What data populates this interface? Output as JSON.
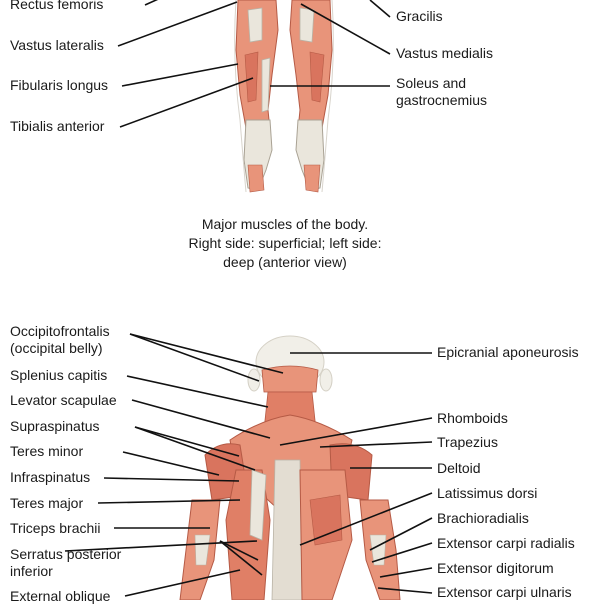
{
  "anterior_view": {
    "left_labels": [
      "Rectus femoris",
      "Vastus lateralis",
      "Fibularis longus",
      "Tibialis anterior"
    ],
    "right_labels": [
      "Gracilis",
      "Vastus medialis",
      "Soleus and\ngastrocnemius"
    ],
    "caption": [
      "Major muscles of the body.",
      "Right side: superficial; left side:",
      "deep (anterior view)"
    ]
  },
  "posterior_view": {
    "left_labels": [
      "Occipitofrontalis\n(occipital belly)",
      "Splenius capitis",
      "Levator scapulae",
      "Supraspinatus",
      "Teres minor",
      "Infraspinatus",
      "Teres major",
      "Triceps brachii",
      "Serratus posterior\ninferior",
      "External oblique"
    ],
    "right_labels": [
      "Epicranial aponeurosis",
      "Rhomboids",
      "Trapezius",
      "Deltoid",
      "Latissimus dorsi",
      "Brachioradialis",
      "Extensor carpi radialis",
      "Extensor digitorum",
      "Extensor carpi ulnaris"
    ]
  },
  "colors": {
    "muscle": "#e8947a",
    "muscle_dark": "#c8644e",
    "tendon": "#e9e6df",
    "bone": "#efece4",
    "line": "#111111"
  }
}
